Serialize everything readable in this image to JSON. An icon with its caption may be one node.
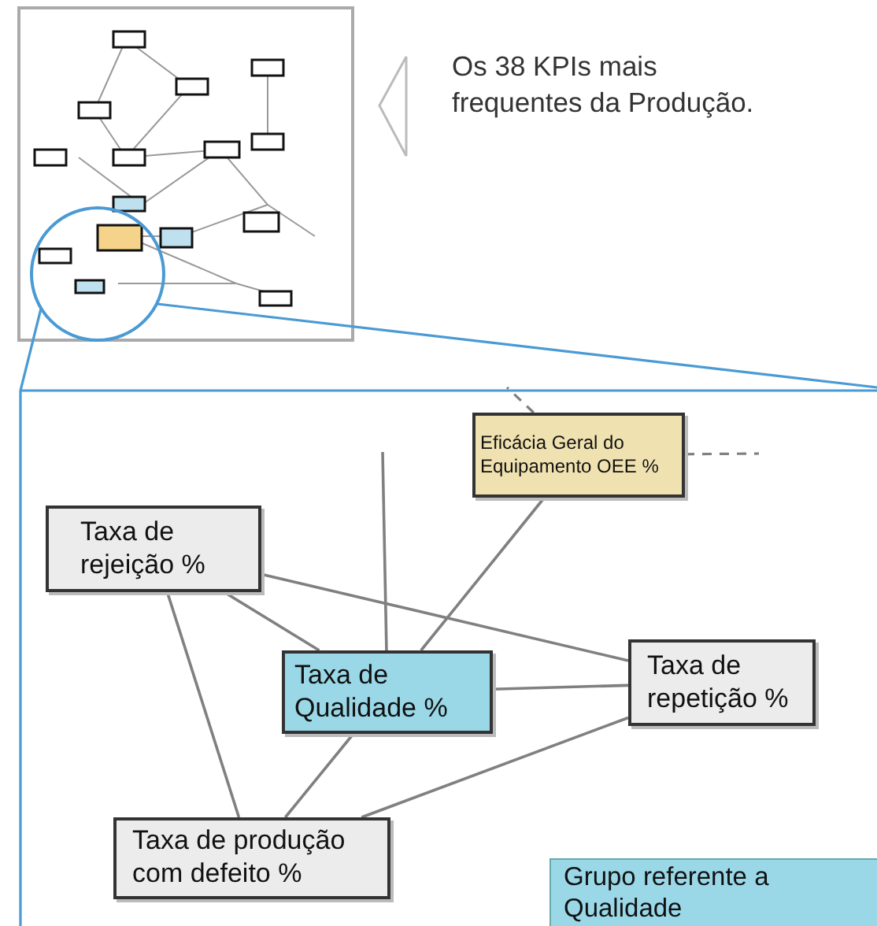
{
  "diagram": {
    "nodes": [
      {
        "text": [
          "Eficácia Geral do Equipamento OEE %"
        ]
      },
      {
        "text": [
          "Taxa de rejeição %"
        ]
      },
      {
        "text": [
          "Taxa de Qualidade %"
        ]
      },
      {
        "text": [
          "Taxa de repetição %"
        ]
      },
      {
        "text": [
          "Taxa de produção com defeito %"
        ]
      }
    ],
    "edges": [
      {
        "from": 0,
        "to": 2,
        "arrow": "none"
      },
      {
        "from": 1,
        "to": 2,
        "arrow": "none"
      },
      {
        "from": 1,
        "to": 3,
        "arrow": "none"
      },
      {
        "from": 1,
        "to": 4,
        "arrow": "none"
      },
      {
        "from": 2,
        "to": 3,
        "arrow": "none"
      },
      {
        "from": 2,
        "to": 4,
        "arrow": "none"
      },
      {
        "from": 3,
        "to": 4,
        "arrow": "none"
      },
      {
        "from": null,
        "to": 2,
        "arrow": "none"
      },
      {
        "from": 0,
        "to": null,
        "arrow": "none",
        "style": "dashed"
      },
      {
        "from": 0,
        "to": null,
        "arrow": "none",
        "style": "dashed"
      }
    ],
    "labels": [
      "Os 38 KPIs mais frequentes da Produção."
    ],
    "legend": [
      {
        "text": "Grupo referente a Qualidade",
        "color": "#9ad8e8"
      }
    ]
  }
}
